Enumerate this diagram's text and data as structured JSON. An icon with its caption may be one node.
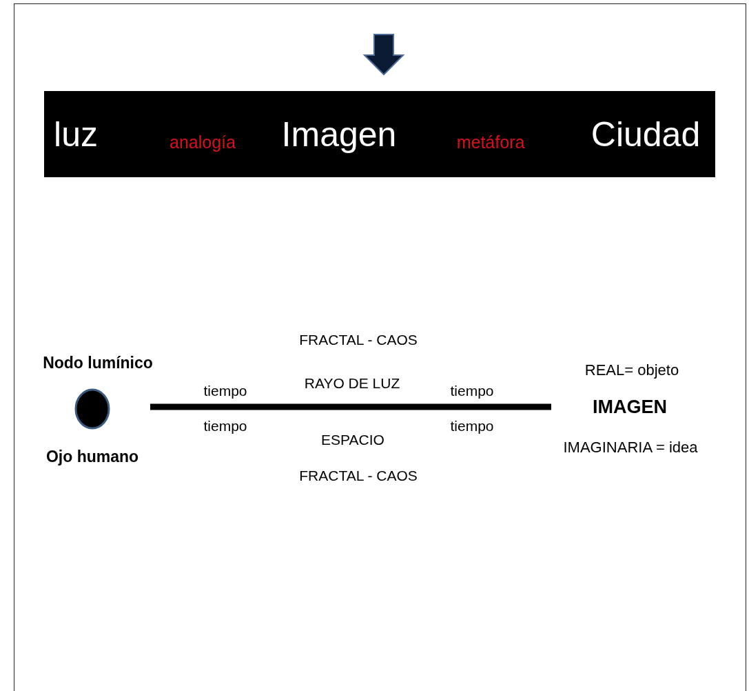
{
  "diagram": {
    "nodes": [
      {
        "text": [
          "luz",
          "analogía",
          "Imagen",
          "metáfora",
          "Ciudad"
        ]
      },
      {
        "text": [],
        "shape": "circle",
        "beside": [
          "Nodo lumínico",
          "Ojo humano"
        ]
      },
      {
        "text": [
          "IMAGEN"
        ],
        "beside": [
          "REAL= objeto",
          "IMAGINARIA = idea"
        ]
      }
    ],
    "edges": [
      {
        "from": null,
        "to": 0,
        "arrow": "to"
      },
      {
        "from": 1,
        "to": 2,
        "arrow": "none"
      }
    ],
    "labels": [
      "FRACTAL - CAOS",
      "RAYO DE LUZ",
      "tiempo",
      "tiempo",
      "tiempo",
      "tiempo",
      "ESPACIO",
      "FRACTAL - CAOS"
    ]
  }
}
